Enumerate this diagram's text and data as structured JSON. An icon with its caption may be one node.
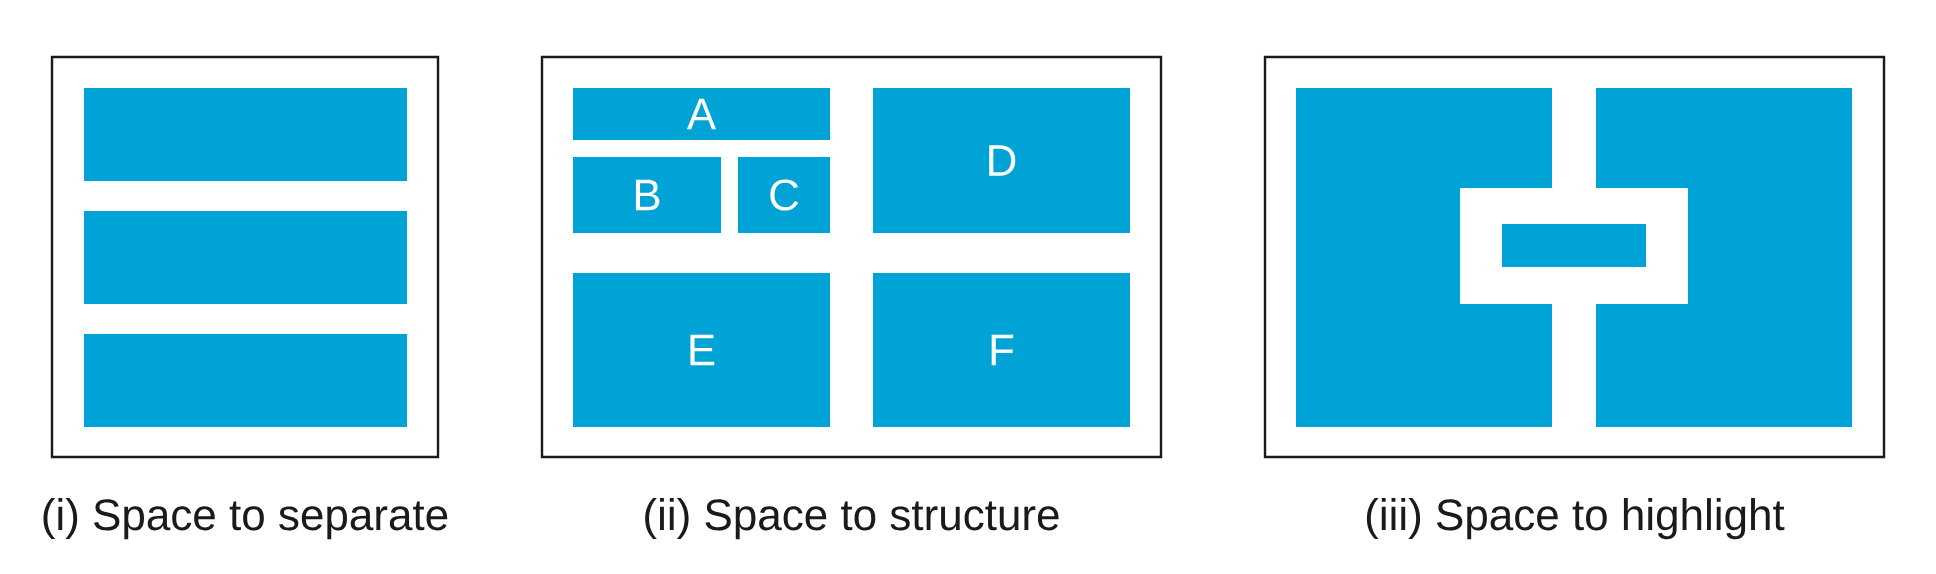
{
  "diagram": {
    "nodes": [
      {
        "text": [
          "(i) Space to separate"
        ]
      },
      {
        "text": [],
        "shape": "box",
        "in": 0
      },
      {
        "text": [],
        "shape": "box",
        "in": 0
      },
      {
        "text": [],
        "shape": "box",
        "in": 0
      },
      {
        "text": [
          "(ii) Space to structure"
        ]
      },
      {
        "text": [
          "A"
        ],
        "in": 4
      },
      {
        "text": [
          "B"
        ],
        "in": 4
      },
      {
        "text": [
          "C"
        ],
        "in": 4
      },
      {
        "text": [
          "D"
        ],
        "in": 4
      },
      {
        "text": [
          "E"
        ],
        "in": 4
      },
      {
        "text": [
          "F"
        ],
        "in": 4
      },
      {
        "text": [
          "(iii) Space to highlight"
        ]
      },
      {
        "text": [],
        "shape": "box",
        "in": 11
      },
      {
        "text": [],
        "shape": "box",
        "in": 11
      },
      {
        "text": [],
        "shape": "box",
        "in": 11
      }
    ]
  }
}
